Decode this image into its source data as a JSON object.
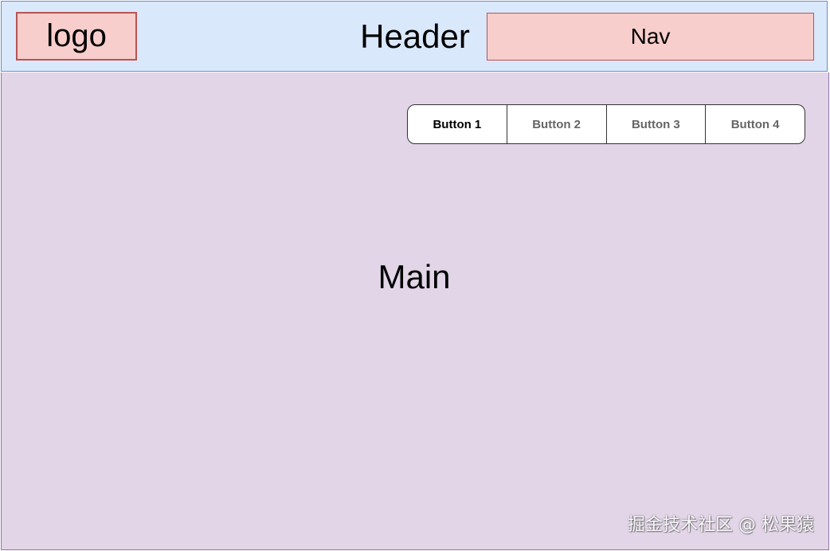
{
  "header": {
    "logo": "logo",
    "title": "Header",
    "nav": "Nav"
  },
  "buttons": [
    {
      "label": "Button 1",
      "active": true
    },
    {
      "label": "Button 2",
      "active": false
    },
    {
      "label": "Button 3",
      "active": false
    },
    {
      "label": "Button 4",
      "active": false
    }
  ],
  "main": {
    "title": "Main"
  },
  "watermark": "掘金技术社区 @ 松果猿",
  "colors": {
    "header_fill": "#dae8fc",
    "header_stroke": "#6c8ebf",
    "accent_fill": "#f8cecc",
    "accent_stroke": "#b85450",
    "main_fill": "#e1d5e7",
    "main_stroke": "#9673a6"
  }
}
